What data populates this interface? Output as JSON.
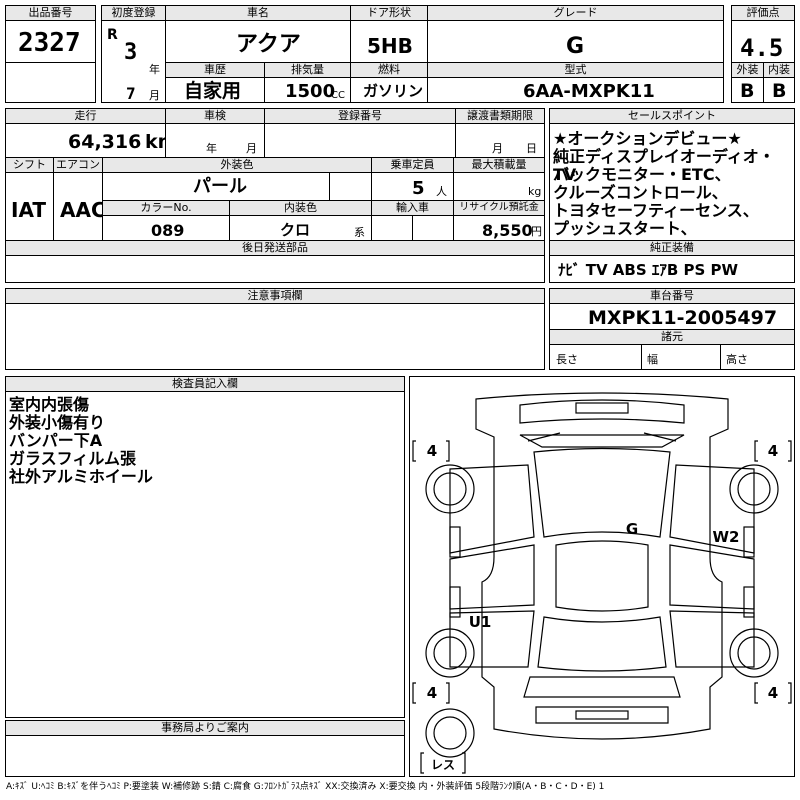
{
  "labels": {
    "lot_no": "出品番号",
    "first_reg": "初度登録",
    "car_name": "車名",
    "door_type": "ドア形状",
    "grade": "グレード",
    "score": "評価点",
    "year_suffix": "年",
    "month_suffix": "月",
    "history": "車歴",
    "displacement": "排気量",
    "fuel": "燃料",
    "model": "型式",
    "exterior": "外装",
    "interior": "内装",
    "mileage": "走行",
    "inspection": "車検",
    "reg_no": "登録番号",
    "transfer_deadline": "譲渡書類期限",
    "sales_point": "セールスポイント",
    "shift": "シフト",
    "aircon": "エアコン",
    "exterior_color": "外装色",
    "capacity": "乗車定員",
    "max_load": "最大積載量",
    "color_no": "カラーNo.",
    "interior_color": "内装色",
    "import": "輸入車",
    "recycle": "リサイクル預託金",
    "later_parts": "後日発送部品",
    "standard_equipment": "純正装備",
    "notes": "注意事項欄",
    "chassis_no": "車台番号",
    "specs": "諸元",
    "length": "長さ",
    "width": "幅",
    "height": "高さ",
    "inspector": "検査員記入欄",
    "office": "事務局よりご案内",
    "km_unit": "km",
    "persons_unit": "人",
    "kg_unit": "kg",
    "yen_unit": "円",
    "series_unit": "系",
    "cc_unit": "CC",
    "insp_year": "年",
    "insp_month": "月",
    "transfer_month": "月",
    "transfer_day": "日"
  },
  "values": {
    "lot_no": "2327",
    "era": "R",
    "reg_year": "3",
    "reg_month": "7",
    "car_name": "アクア",
    "door_type": "5HB",
    "grade": "G",
    "score": "4.5",
    "history": "自家用",
    "displacement": "1500",
    "fuel": "ガソリン",
    "model": "6AA-MXPK11",
    "exterior_grade": "B",
    "interior_grade": "B",
    "mileage": "64,316",
    "shift": "IAT",
    "aircon": "AAC",
    "exterior_color": "パール",
    "capacity": "5",
    "color_no": "089",
    "interior_color": "クロ",
    "recycle": "8,550",
    "chassis_no": "MXPK11-2005497",
    "standard_equipment": "ﾅﾋﾞ TV ABS ｴｱB PS PW"
  },
  "sales_points": [
    "★オークションデビュー★",
    "純正ディスプレイオーディオ・TV",
    "バックモニター・ETC、",
    "クルーズコントロール、",
    "トヨタセーフティーセンス、",
    "プッシュスタート、"
  ],
  "inspector_notes": [
    "室内内張傷",
    "外装小傷有り",
    "バンパー下A",
    "ガラスフィルム張",
    "社外アルミホイール"
  ],
  "diagram": {
    "tire_tl": "4",
    "tire_tr": "4",
    "tire_bl": "4",
    "tire_br": "4",
    "mark_g": "G",
    "mark_w2": "W2",
    "mark_u1": "U1",
    "spare": "レス"
  },
  "legend": "A:ｷｽﾞ U:ﾍｺﾐ B:ｷｽﾞを伴うﾍｺﾐ P:要塗装 W:補修跡 S:錆 C:腐食 G:ﾌﾛﾝﾄｶﾞﾗｽ点ｷｽﾞ XX:交換済み X:要交換 内・外装評価 5段階ﾗﾝｸ順(A・B・C・D・E) 1"
}
